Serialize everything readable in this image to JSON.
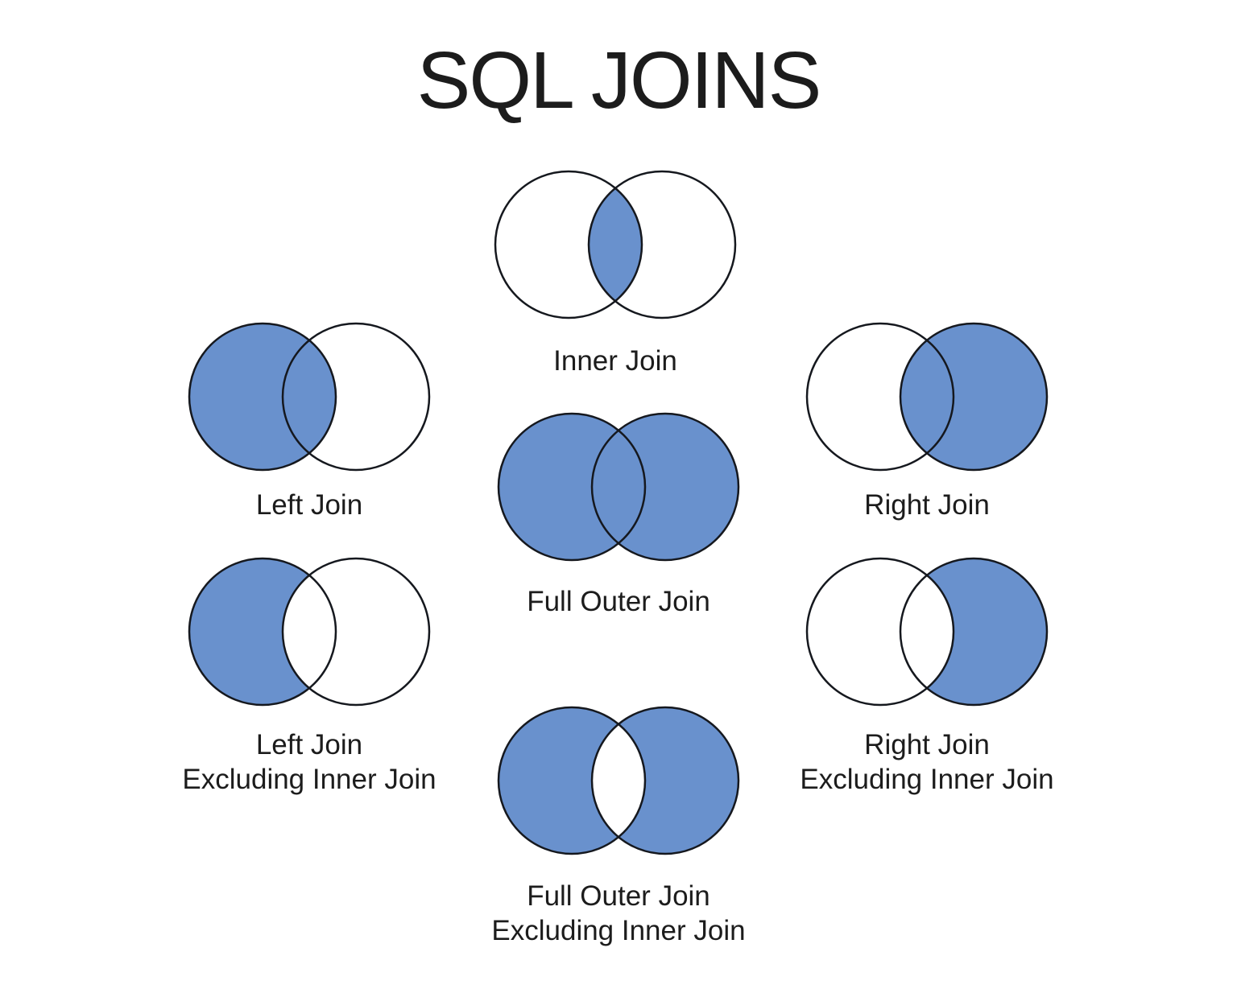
{
  "title": "SQL JOINS",
  "colors": {
    "fill_blue": "#6991cd",
    "intersection_white": "#ffffff",
    "stroke": "#15181e",
    "text": "#1c1c1c",
    "background": "#ffffff"
  },
  "diagrams": [
    {
      "id": "inner-join",
      "label_lines": [
        "Inner Join"
      ],
      "fill_left": false,
      "fill_right": false,
      "intersection": "blue"
    },
    {
      "id": "left-join",
      "label_lines": [
        "Left Join"
      ],
      "fill_left": true,
      "fill_right": false,
      "intersection": "blue"
    },
    {
      "id": "full-outer-join",
      "label_lines": [
        "Full Outer Join"
      ],
      "fill_left": true,
      "fill_right": true,
      "intersection": "blue"
    },
    {
      "id": "right-join",
      "label_lines": [
        "Right Join"
      ],
      "fill_left": false,
      "fill_right": true,
      "intersection": "blue"
    },
    {
      "id": "left-join-excluding-inner-join",
      "label_lines": [
        "Left Join",
        "Excluding Inner Join"
      ],
      "fill_left": true,
      "fill_right": false,
      "intersection": "white"
    },
    {
      "id": "right-join-excluding-inner-join",
      "label_lines": [
        "Right Join",
        "Excluding Inner Join"
      ],
      "fill_left": false,
      "fill_right": true,
      "intersection": "white"
    },
    {
      "id": "full-outer-join-excluding-inner-join",
      "label_lines": [
        "Full Outer Join",
        "Excluding Inner Join"
      ],
      "fill_left": true,
      "fill_right": true,
      "intersection": "white"
    }
  ]
}
